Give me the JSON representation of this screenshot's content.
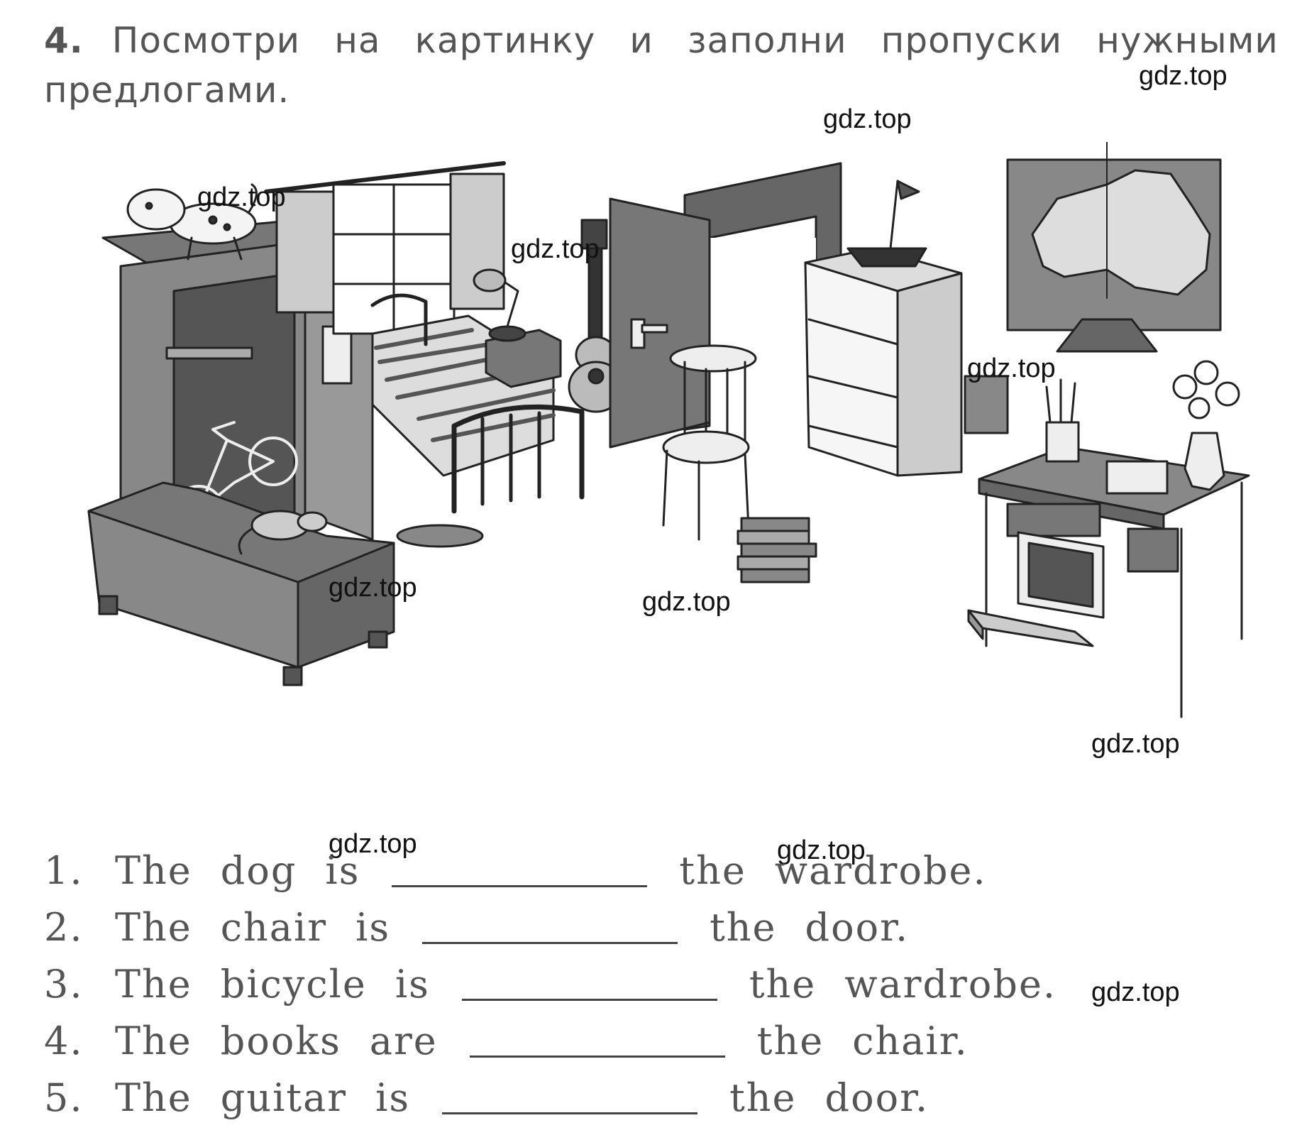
{
  "task": {
    "number": "4.",
    "line1_words": [
      "Посмотри",
      "на",
      "картинку",
      "и",
      "заполни",
      "пропуски",
      "нужными"
    ],
    "line2": "предлогами."
  },
  "watermark": "gdz.top",
  "sentences": [
    {
      "number": "1.",
      "before": [
        "The",
        "dog",
        "is"
      ],
      "after": [
        "the",
        "wardrobe."
      ]
    },
    {
      "number": "2.",
      "before": [
        "The",
        "chair",
        "is"
      ],
      "after": [
        "the",
        "door."
      ]
    },
    {
      "number": "3.",
      "before": [
        "The",
        "bicycle",
        "is"
      ],
      "after": [
        "the",
        "wardrobe."
      ]
    },
    {
      "number": "4.",
      "before": [
        "The",
        "books",
        "are"
      ],
      "after": [
        "the",
        "chair."
      ]
    },
    {
      "number": "5.",
      "before": [
        "The",
        "guitar",
        "is"
      ],
      "after": [
        "the",
        "door."
      ]
    }
  ]
}
